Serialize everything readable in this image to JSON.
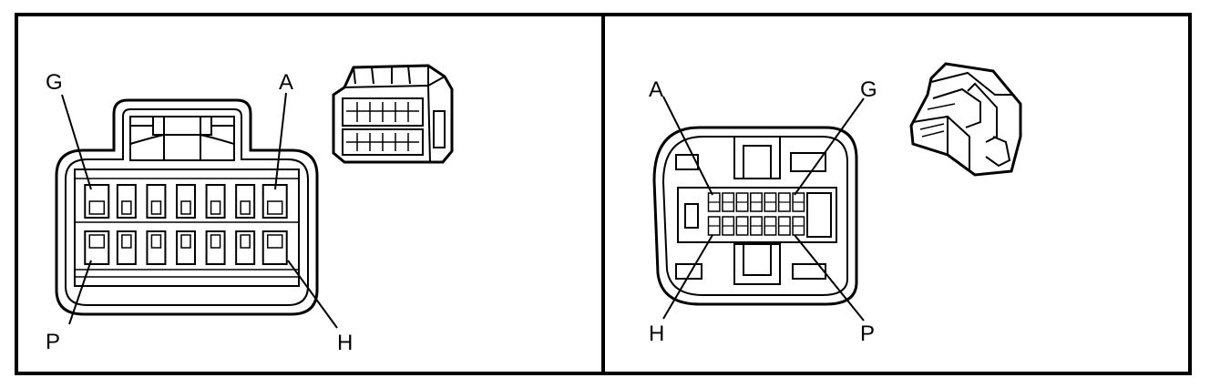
{
  "panels": [
    {
      "id": "left-connector",
      "labels": {
        "top_left": "G",
        "top_right": "A",
        "bottom_left": "P",
        "bottom_right": "H"
      },
      "rows": 2,
      "cavities_per_row": 7
    },
    {
      "id": "right-connector",
      "labels": {
        "top_left": "A",
        "top_right": "G",
        "bottom_left": "H",
        "bottom_right": "P"
      },
      "rows": 2,
      "cavities_per_row": 7
    }
  ]
}
